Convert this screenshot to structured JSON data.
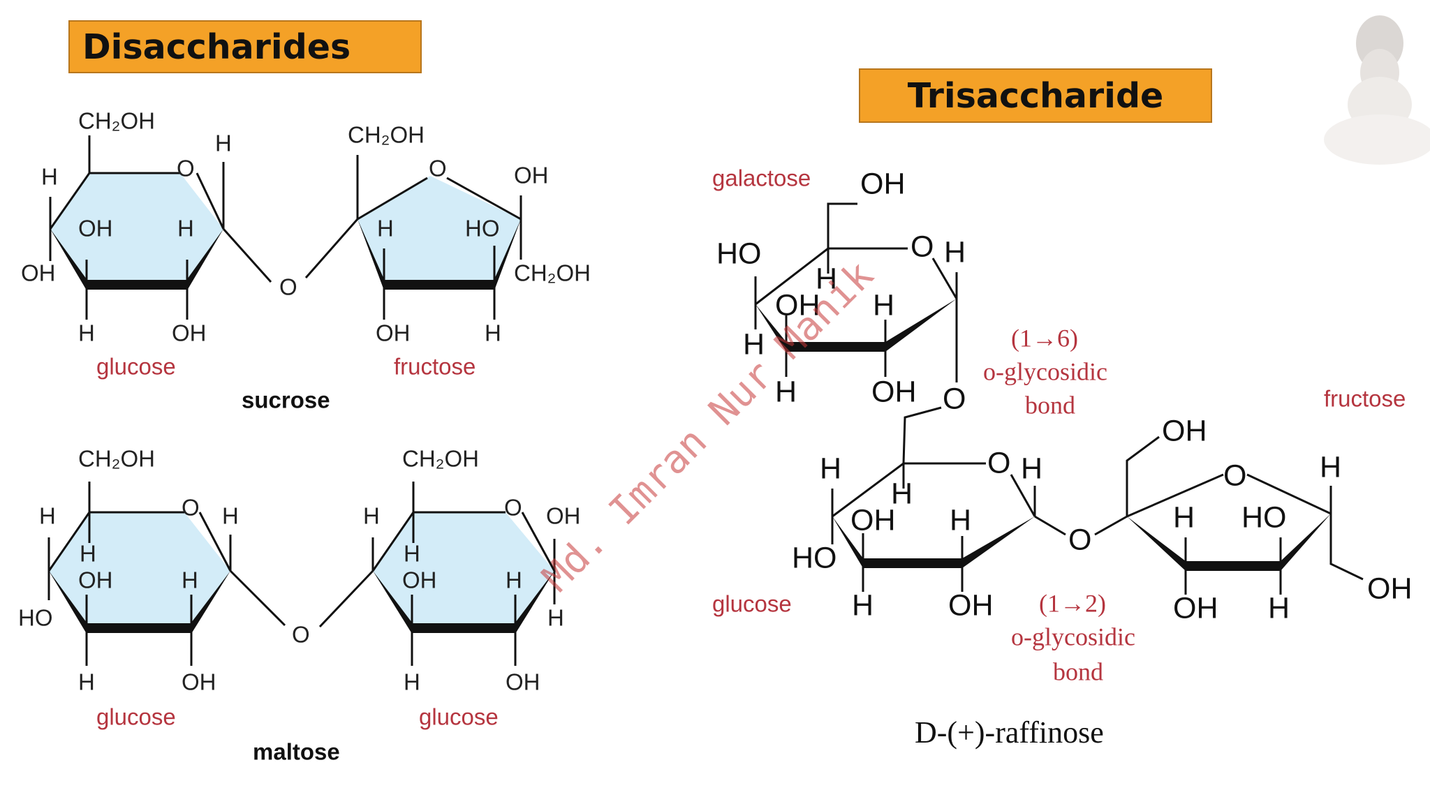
{
  "headings": {
    "disaccharides": "Disaccharides",
    "trisaccharide": "Trisaccharide"
  },
  "sucrose": {
    "left_ring": {
      "ch2oh": "CH₂OH",
      "ring_o": "O",
      "h_top": "H",
      "h_left": "H",
      "oh_in": "OH",
      "h_in": "H",
      "oh_left": "OH",
      "h_bottom": "H",
      "oh_bottom": "OH",
      "sugar_label": "glucose"
    },
    "bridge_o": "O",
    "right_ring": {
      "ch2oh_top": "CH₂OH",
      "ring_o": "O",
      "oh_right": "OH",
      "h_in": "H",
      "ho_in": "HO",
      "ch2oh_right": "CH₂OH",
      "oh_bottom": "OH",
      "h_bottom": "H",
      "sugar_label": "fructose"
    },
    "name": "sucrose"
  },
  "maltose": {
    "left_ring": {
      "ch2oh": "CH₂OH",
      "ring_o": "O",
      "h_top": "H",
      "h_left": "H",
      "h_in_top": "H",
      "oh_in": "OH",
      "h_in": "H",
      "ho_left": "HO",
      "h_bottom": "H",
      "oh_bottom": "OH",
      "sugar_label": "glucose"
    },
    "bridge_o": "O",
    "right_ring": {
      "ch2oh": "CH₂OH",
      "ring_o": "O",
      "oh_right": "OH",
      "h_left": "H",
      "h_in_top": "H",
      "oh_in": "OH",
      "h_in": "H",
      "h_right": "H",
      "h_bottom": "H",
      "oh_bottom": "OH",
      "sugar_label": "glucose"
    },
    "name": "maltose"
  },
  "raffinose": {
    "galactose": {
      "label": "galactose",
      "oh_top": "OH",
      "ring_o": "O",
      "h_anomeric": "H",
      "ho_left": "HO",
      "h_c4": "H",
      "oh_in": "OH",
      "h_in": "H",
      "h_left": "H",
      "h_bottom": "H",
      "oh_bottom": "OH"
    },
    "link_o_16": "O",
    "bond_16": [
      "(1→6)",
      "o-glycosidic",
      "bond"
    ],
    "glucose": {
      "label": "glucose",
      "ring_o": "O",
      "h_anomeric": "H",
      "h_left_top": "H",
      "h_c5": "H",
      "oh_in": "OH",
      "h_in": "H",
      "ho_left": "HO",
      "h_bottom": "H",
      "oh_bottom": "OH"
    },
    "link_o_12": "O",
    "bond_12": [
      "(1→2)",
      "o-glycosidic",
      "bond"
    ],
    "fructose": {
      "label": "fructose",
      "oh_top": "OH",
      "ring_o": "O",
      "h_right": "H",
      "h_in": "H",
      "ho_in": "HO",
      "oh_right": "OH",
      "oh_bottom": "OH",
      "h_bottom": "H"
    },
    "name": "D-(+)-raffinose"
  },
  "watermark": "Md. Imran Nur Manik",
  "colors": {
    "heading_bg": "#f4a127",
    "ring_fill": "#d3ecf8",
    "label_red": "#b5353f"
  }
}
